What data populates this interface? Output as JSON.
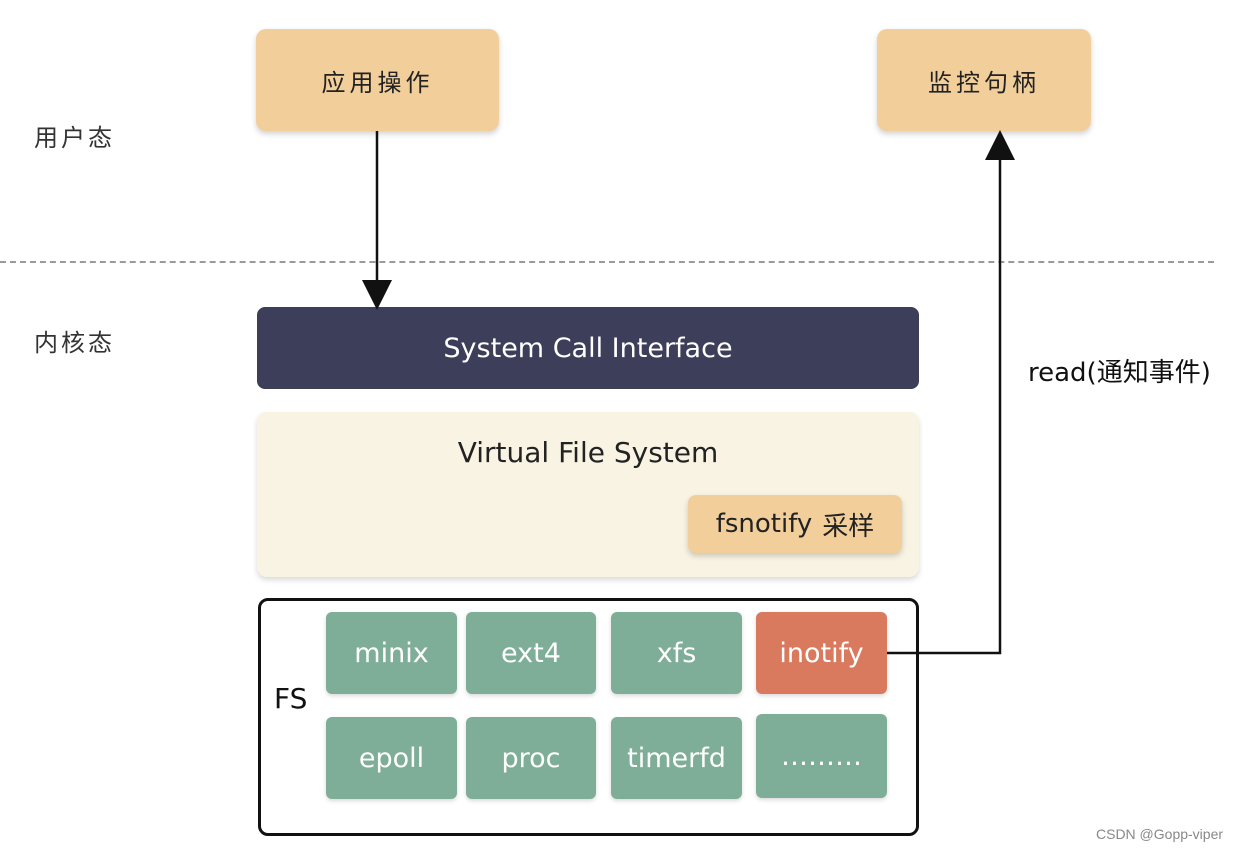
{
  "zones": {
    "user": "用户态",
    "kernel": "内核态"
  },
  "nodes": {
    "app_op": "应用操作",
    "monitor_handle": "监控句柄",
    "sci": "System Call Interface",
    "vfs": "Virtual File System",
    "fsnotify_en": "fsnotify",
    "fsnotify_cn": "采样",
    "fs": "FS"
  },
  "fs_items": [
    "minix",
    "ext4",
    "xfs",
    "inotify",
    "epoll",
    "proc",
    "timerfd",
    "………"
  ],
  "edges": {
    "read": "read(通知事件)"
  },
  "watermark": "CSDN @Gopp-viper",
  "colors": {
    "tan": "#f2cf9a",
    "navy": "#3d3e5a",
    "cream": "#f8f3e2",
    "green": "#7fae98",
    "orange": "#d97a5e"
  }
}
